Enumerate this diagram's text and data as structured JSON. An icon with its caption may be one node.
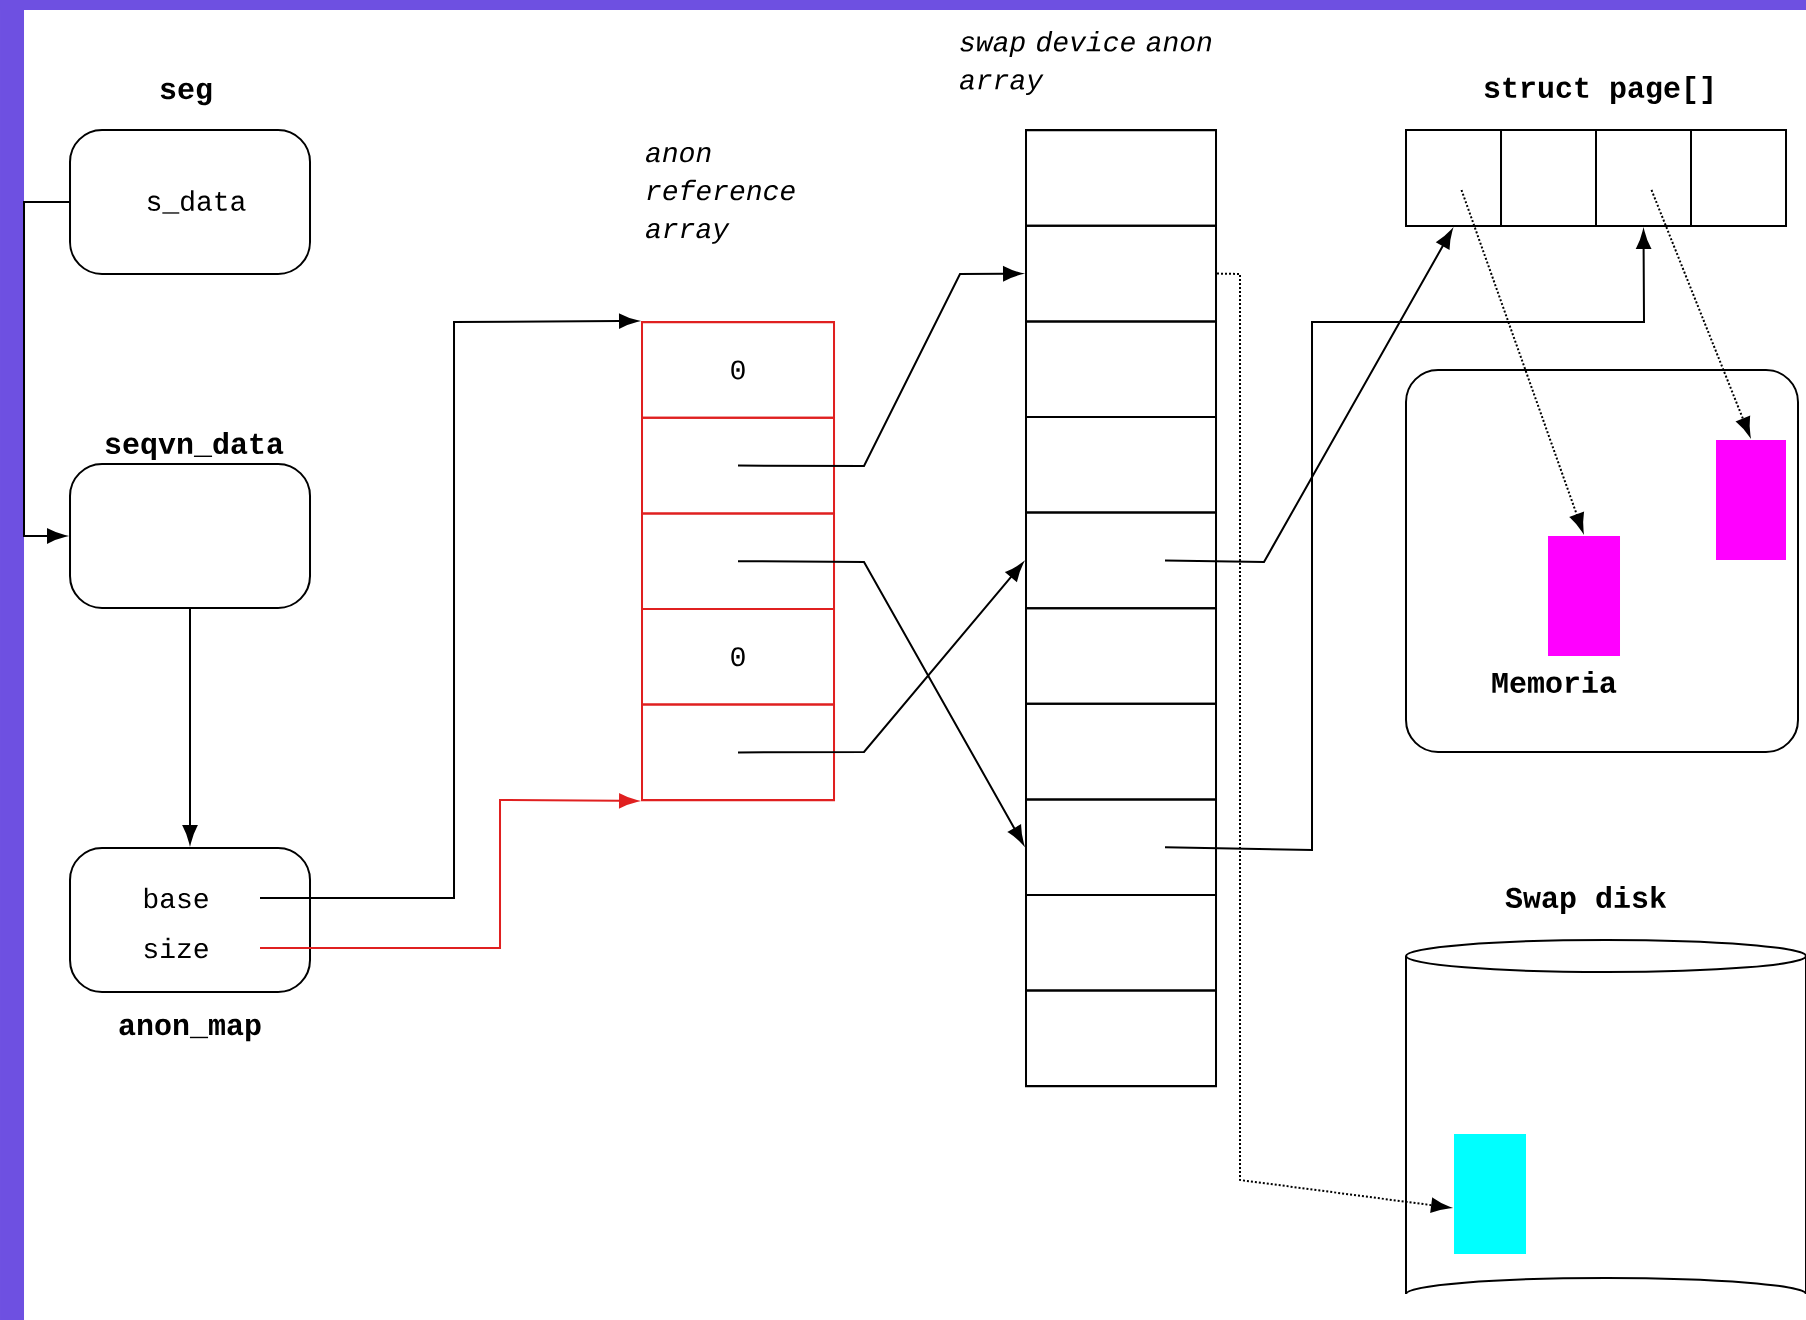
{
  "diagram": {
    "nodes": [
      {
        "text": [
          "seg",
          "s_data"
        ]
      },
      {
        "text": [
          "seqvn_data"
        ]
      },
      {
        "text": [
          "base",
          "size",
          "anon_map"
        ]
      },
      {
        "text": [
          "anon reference array"
        ]
      },
      {
        "text": [
          "0"
        ],
        "in": 3
      },
      {
        "text": [],
        "shape": "box",
        "in": 3
      },
      {
        "text": [],
        "shape": "box",
        "in": 3
      },
      {
        "text": [
          "0"
        ],
        "in": 3
      },
      {
        "text": [],
        "shape": "box",
        "in": 3
      },
      {
        "text": [
          "swap device anon array"
        ]
      },
      {
        "text": [],
        "shape": "box",
        "in": 9
      },
      {
        "text": [],
        "shape": "box",
        "in": 9
      },
      {
        "text": [],
        "shape": "box",
        "in": 9
      },
      {
        "text": [],
        "shape": "box",
        "in": 9
      },
      {
        "text": [],
        "shape": "box",
        "in": 9
      },
      {
        "text": [],
        "shape": "box",
        "in": 9
      },
      {
        "text": [],
        "shape": "box",
        "in": 9
      },
      {
        "text": [],
        "shape": "box",
        "in": 9
      },
      {
        "text": [],
        "shape": "box",
        "in": 9
      },
      {
        "text": [],
        "shape": "box",
        "in": 9
      },
      {
        "text": [
          "struct page[]"
        ]
      },
      {
        "text": [],
        "shape": "box",
        "in": 20
      },
      {
        "text": [],
        "shape": "box",
        "in": 20
      },
      {
        "text": [],
        "shape": "box",
        "in": 20
      },
      {
        "text": [],
        "shape": "box",
        "in": 20
      },
      {
        "text": [
          "Memoria"
        ]
      },
      {
        "text": [],
        "shape": "box",
        "in": 25
      },
      {
        "text": [],
        "shape": "box",
        "in": 25
      },
      {
        "text": [
          "Swap disk"
        ]
      },
      {
        "text": [],
        "shape": "box",
        "in": 28
      }
    ],
    "edges": [
      {
        "from": 0,
        "to": 1,
        "arrow": "to"
      },
      {
        "from": 1,
        "to": 2,
        "arrow": "to"
      },
      {
        "from": 2,
        "to": 3,
        "arrow": "to"
      },
      {
        "from": 2,
        "to": 3,
        "arrow": "to",
        "color": "#e02020"
      },
      {
        "from": 5,
        "to": 11,
        "arrow": "to"
      },
      {
        "from": 6,
        "to": 17,
        "arrow": "to"
      },
      {
        "from": 8,
        "to": 14,
        "arrow": "to"
      },
      {
        "from": 14,
        "to": 21,
        "arrow": "to"
      },
      {
        "from": 17,
        "to": 23,
        "arrow": "to"
      },
      {
        "from": 11,
        "to": 29,
        "arrow": "to",
        "style": "dashed"
      },
      {
        "from": 21,
        "to": 26,
        "arrow": "to",
        "style": "dashed"
      },
      {
        "from": 23,
        "to": 27,
        "arrow": "to",
        "style": "dashed"
      }
    ]
  }
}
